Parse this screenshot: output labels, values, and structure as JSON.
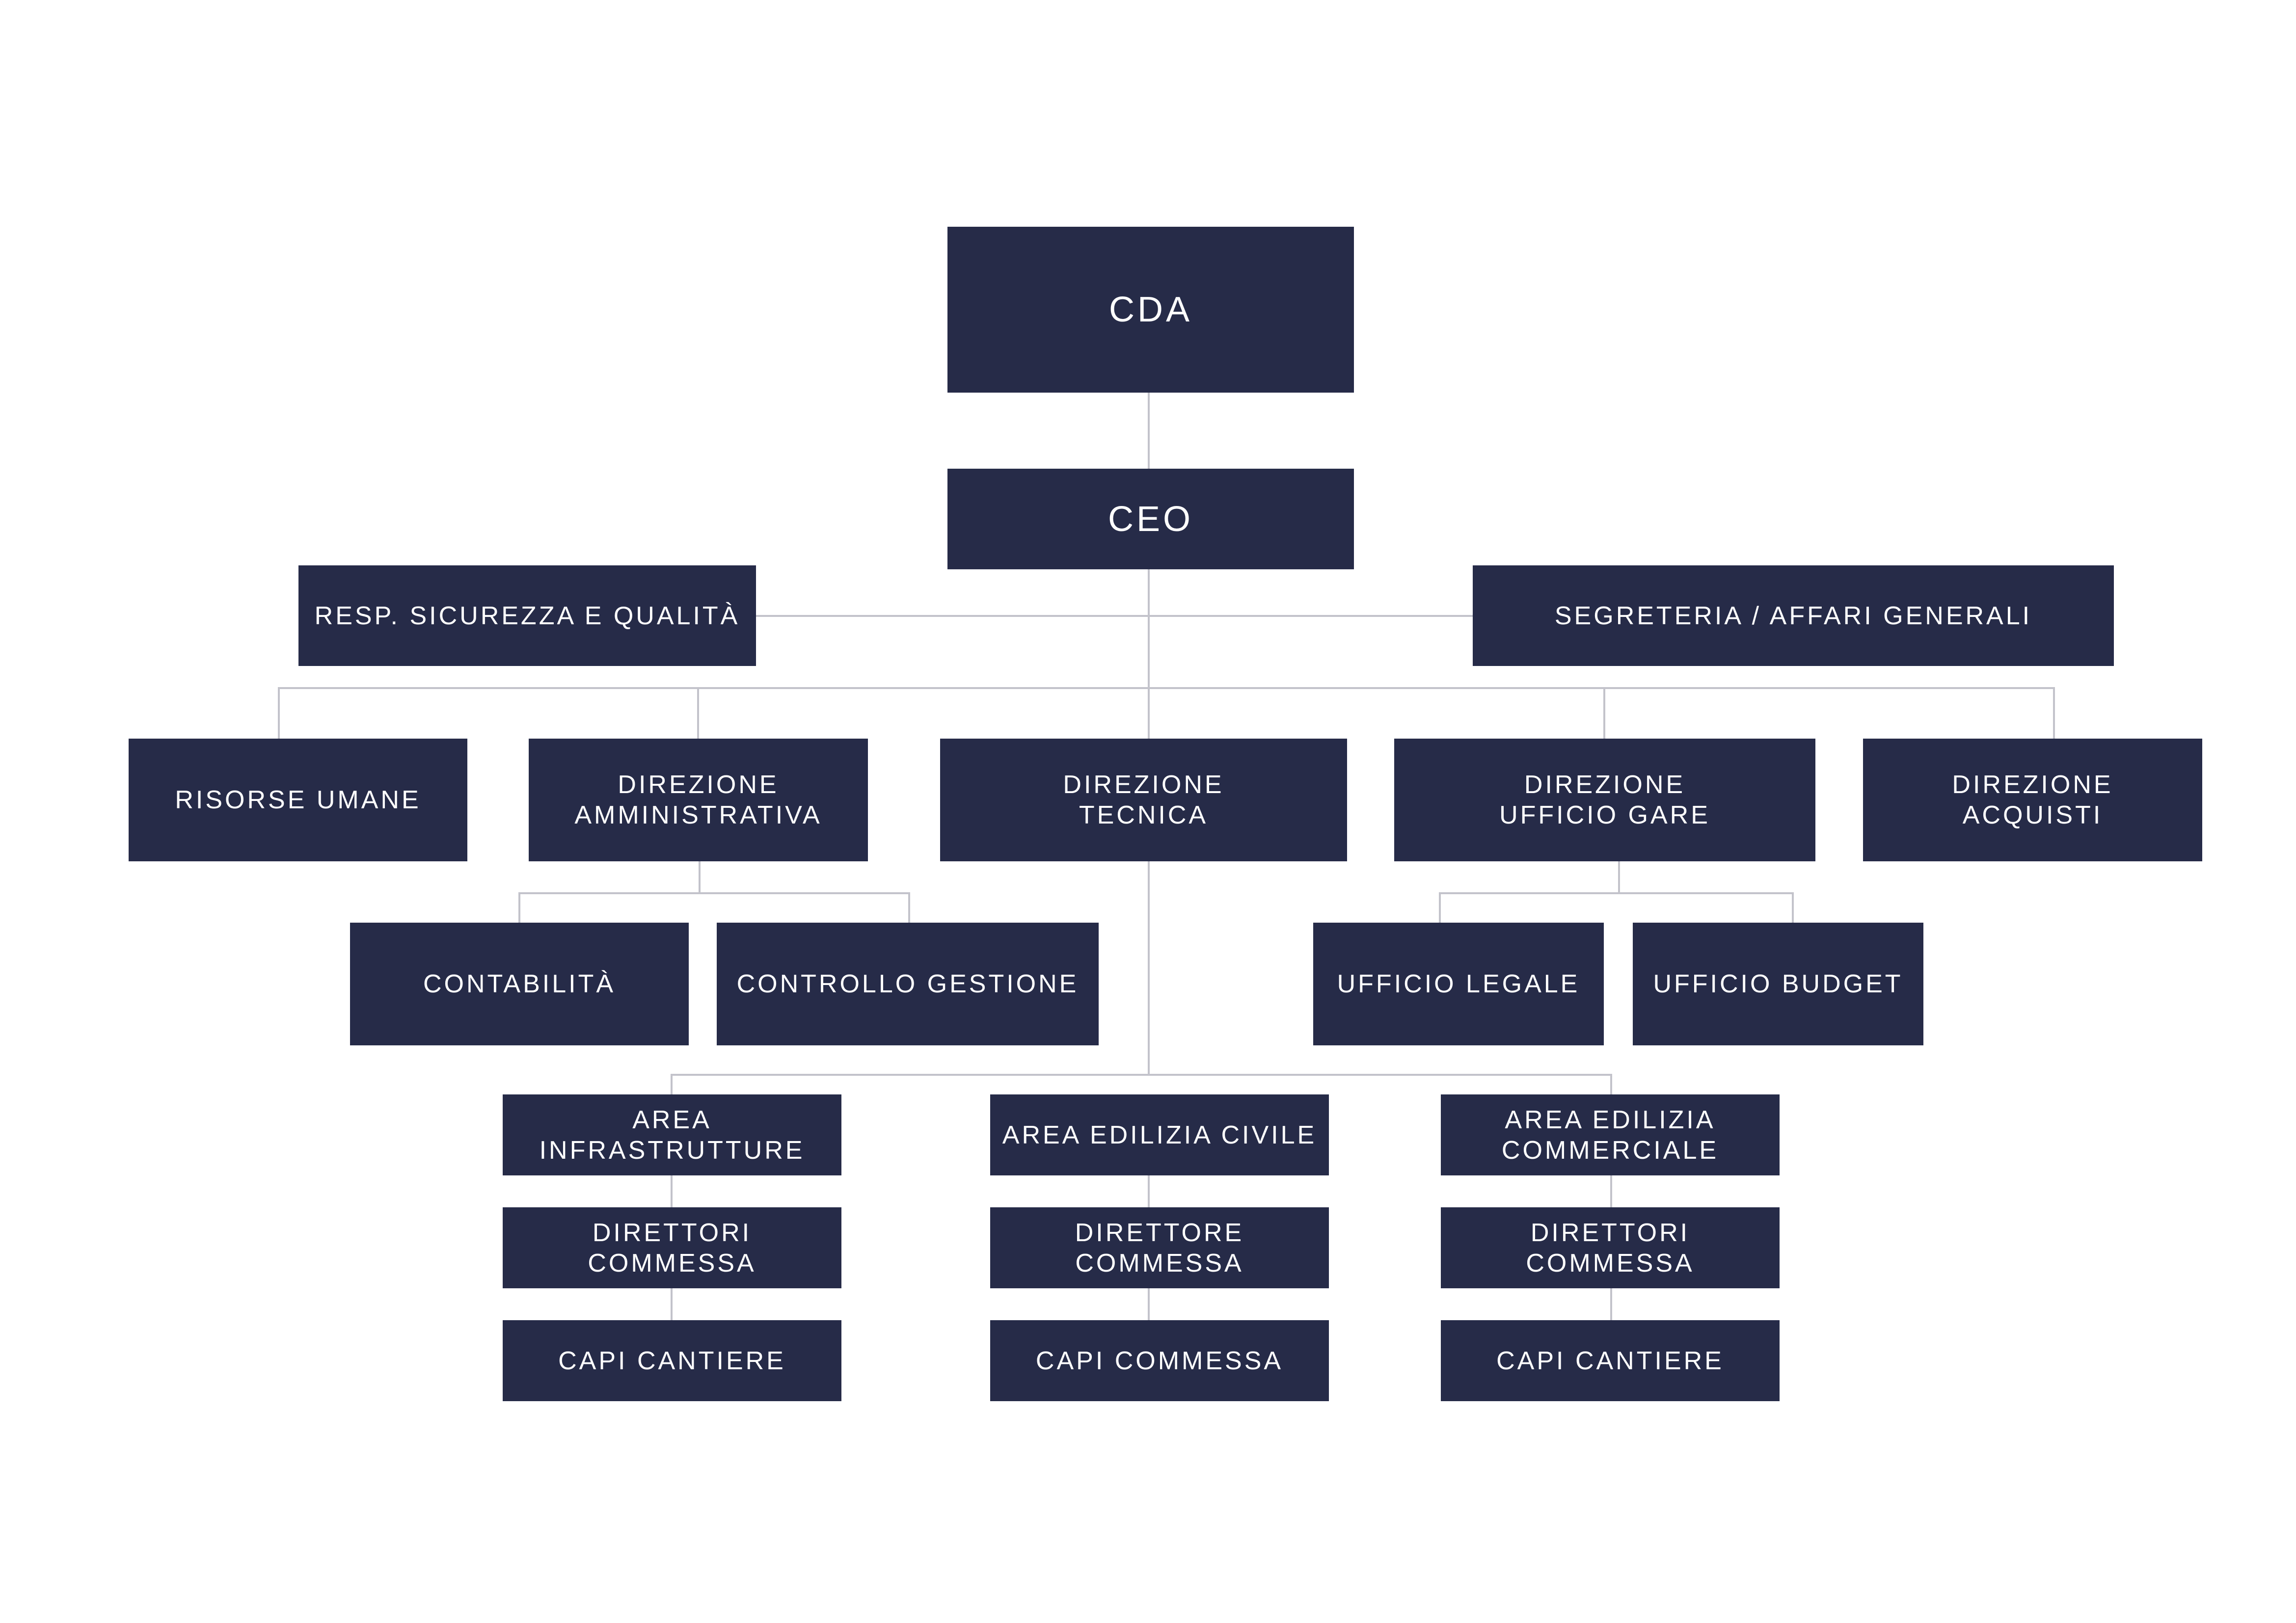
{
  "colors": {
    "box": "#262b48",
    "text": "#ffffff",
    "connector": "#c3c3cb",
    "background": "#ffffff"
  },
  "org": {
    "cda": "CDA",
    "ceo": "CEO",
    "sicurezza": "RESP. SICUREZZA E QUALITÀ",
    "segreteria": "SEGRETERIA / AFFARI GENERALI",
    "risorse_umane": "RISORSE UMANE",
    "dir_amministrativa": "DIREZIONE\nAMMINISTRATIVA",
    "dir_tecnica": "DIREZIONE\nTECNICA",
    "dir_gare": "DIREZIONE\nUFFICIO GARE",
    "dir_acquisti": "DIREZIONE\nACQUISTI",
    "contabilita": "CONTABILITÀ",
    "controllo_gestione": "CONTROLLO GESTIONE",
    "ufficio_legale": "UFFICIO LEGALE",
    "ufficio_budget": "UFFICIO BUDGET",
    "area_infrastrutture": "AREA INFRASTRUTTURE",
    "area_civile": "AREA EDILIZIA CIVILE",
    "area_commerciale": "AREA EDILIZIA\nCOMMERCIALE",
    "infra_direttori": "DIRETTORI COMMESSA",
    "civile_direttore": "DIRETTORE COMMESSA",
    "comm_direttori": "DIRETTORI COMMESSA",
    "infra_capi": "CAPI CANTIERE",
    "civile_capi": "CAPI COMMESSA",
    "comm_capi": "CAPI CANTIERE"
  }
}
